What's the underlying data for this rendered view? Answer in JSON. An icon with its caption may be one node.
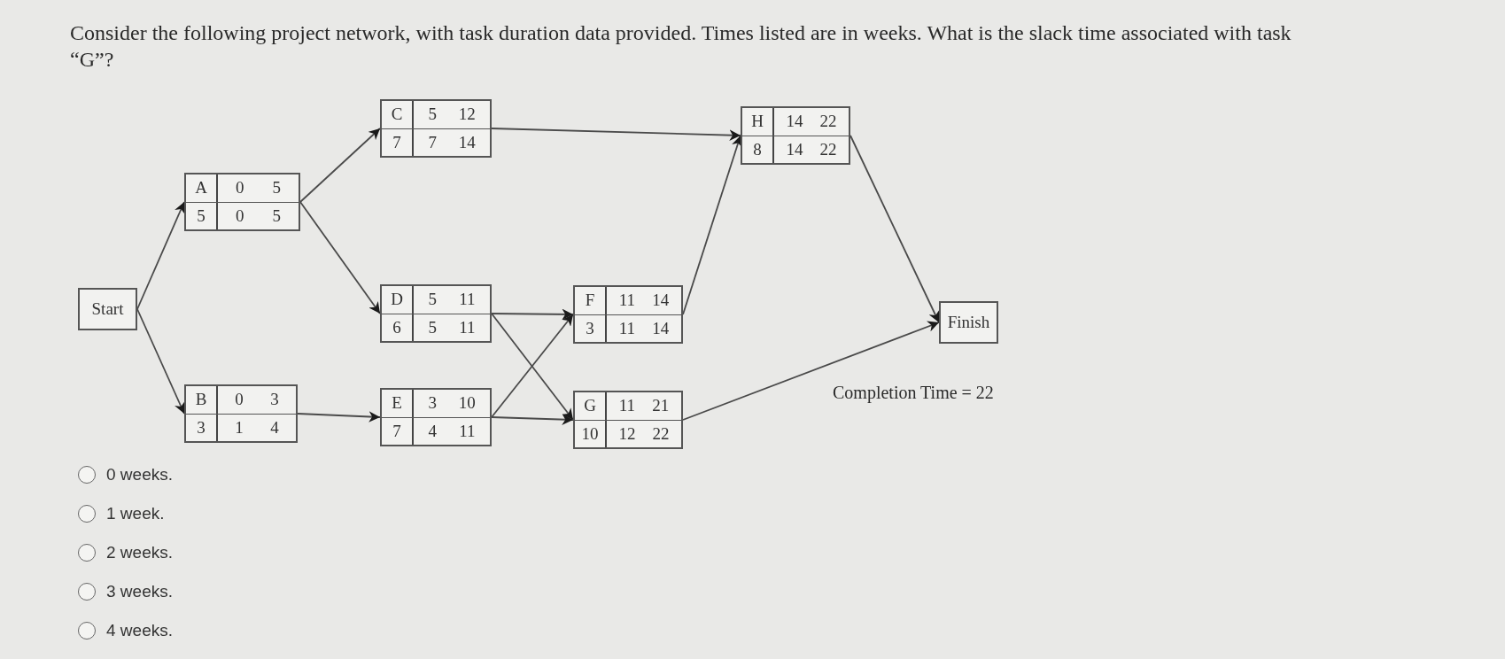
{
  "diagram": {
    "title": "Consider the following project network, with task duration data provided. Times listed are in weeks. What is the slack time associated with task “G”?",
    "nodes": [
      {
        "text": [
          "Start"
        ]
      },
      {
        "text": [
          "A",
          "0",
          "5",
          "5",
          "0",
          "5"
        ]
      },
      {
        "text": [
          "B",
          "0",
          "3",
          "3",
          "1",
          "4"
        ]
      },
      {
        "text": [
          "C",
          "5",
          "12",
          "7",
          "7",
          "14"
        ]
      },
      {
        "text": [
          "D",
          "5",
          "11",
          "6",
          "5",
          "11"
        ]
      },
      {
        "text": [
          "E",
          "3",
          "10",
          "7",
          "4",
          "11"
        ]
      },
      {
        "text": [
          "F",
          "11",
          "14",
          "3",
          "11",
          "14"
        ]
      },
      {
        "text": [
          "G",
          "11",
          "21",
          "10",
          "12",
          "22"
        ]
      },
      {
        "text": [
          "H",
          "14",
          "22",
          "8",
          "14",
          "22"
        ]
      },
      {
        "text": [
          "Finish"
        ]
      }
    ],
    "edges": [
      {
        "from": 0,
        "to": 1,
        "arrow": "to"
      },
      {
        "from": 0,
        "to": 2,
        "arrow": "to"
      },
      {
        "from": 1,
        "to": 3,
        "arrow": "to"
      },
      {
        "from": 1,
        "to": 4,
        "arrow": "to"
      },
      {
        "from": 2,
        "to": 5,
        "arrow": "to"
      },
      {
        "from": 3,
        "to": 8,
        "arrow": "to"
      },
      {
        "from": 4,
        "to": 6,
        "arrow": "to"
      },
      {
        "from": 4,
        "to": 7,
        "arrow": "to"
      },
      {
        "from": 5,
        "to": 6,
        "arrow": "to"
      },
      {
        "from": 5,
        "to": 7,
        "arrow": "to"
      },
      {
        "from": 6,
        "to": 8,
        "arrow": "to"
      },
      {
        "from": 7,
        "to": 9,
        "arrow": "to"
      },
      {
        "from": 8,
        "to": 9,
        "arrow": "to"
      }
    ],
    "labels": [
      "Completion Time = 22",
      "0 weeks.",
      "1 week.",
      "2 weeks.",
      "3 weeks.",
      "4 weeks."
    ]
  }
}
